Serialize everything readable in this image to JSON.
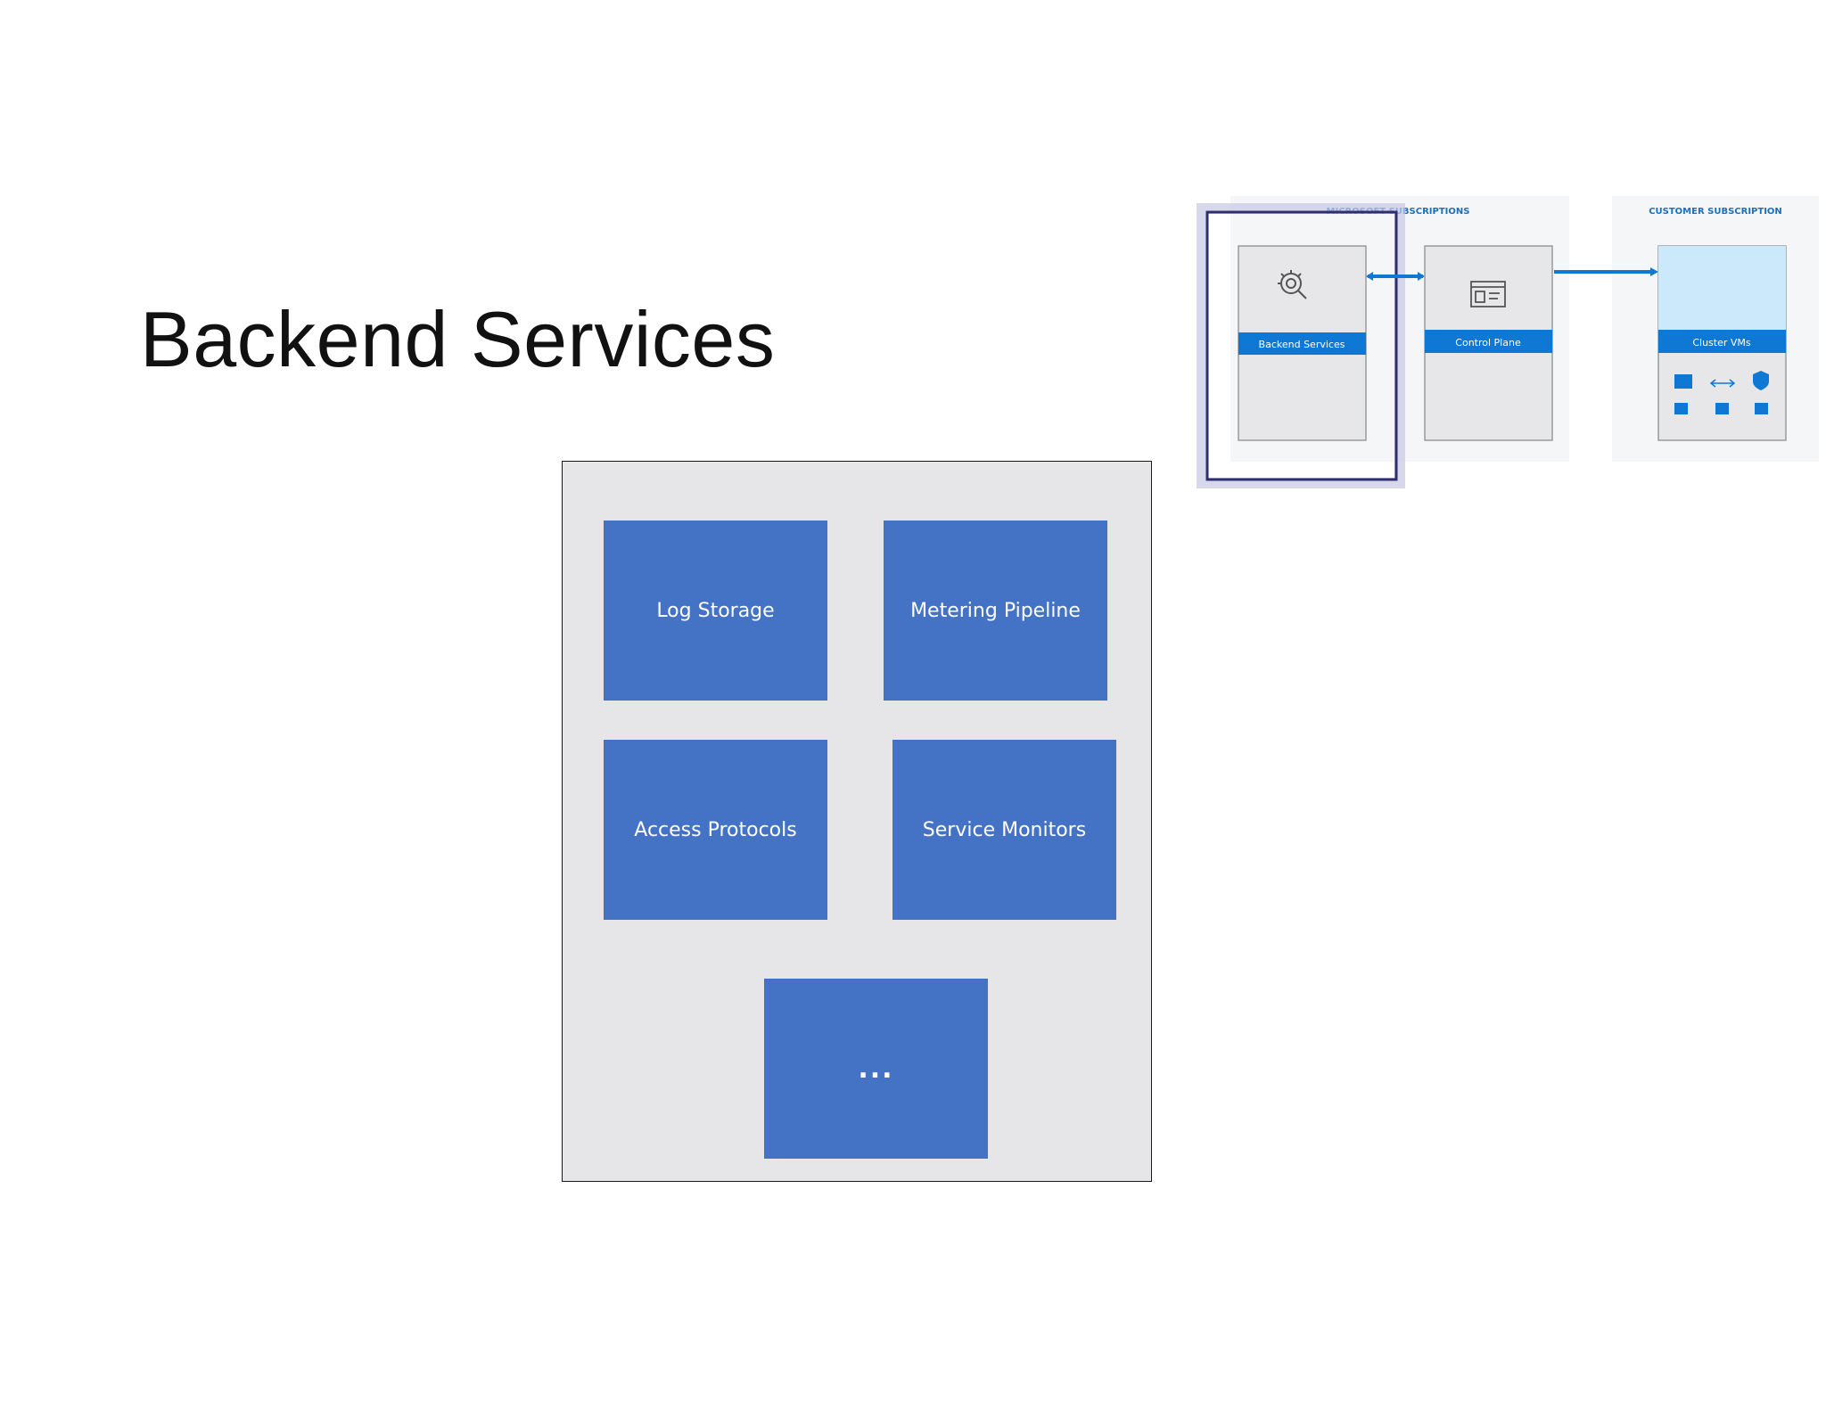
{
  "slide": {
    "title": "Backend Services"
  },
  "services": [
    {
      "label": "Log Storage"
    },
    {
      "label": "Metering Pipeline"
    },
    {
      "label": "Access Protocols"
    },
    {
      "label": "Service Monitors"
    },
    {
      "label": "..."
    }
  ],
  "thumbnail": {
    "microsoft_subscriptions_label": "MICROSOFT SUBSCRIPTIONS",
    "customer_subscription_label": "CUSTOMER SUBSCRIPTION",
    "backend_services_label": "Backend Services",
    "control_plane_label": "Control Plane",
    "cluster_vms_label": "Cluster VMs",
    "highlighted_component": "Backend Services"
  },
  "colors": {
    "service_box": "#4472c4",
    "panel_bg": "#e6e6e8",
    "thumb_blue": "#0f78d4",
    "thumb_light_blue": "#cce8fb",
    "highlight_border": "#2f2f6e"
  }
}
